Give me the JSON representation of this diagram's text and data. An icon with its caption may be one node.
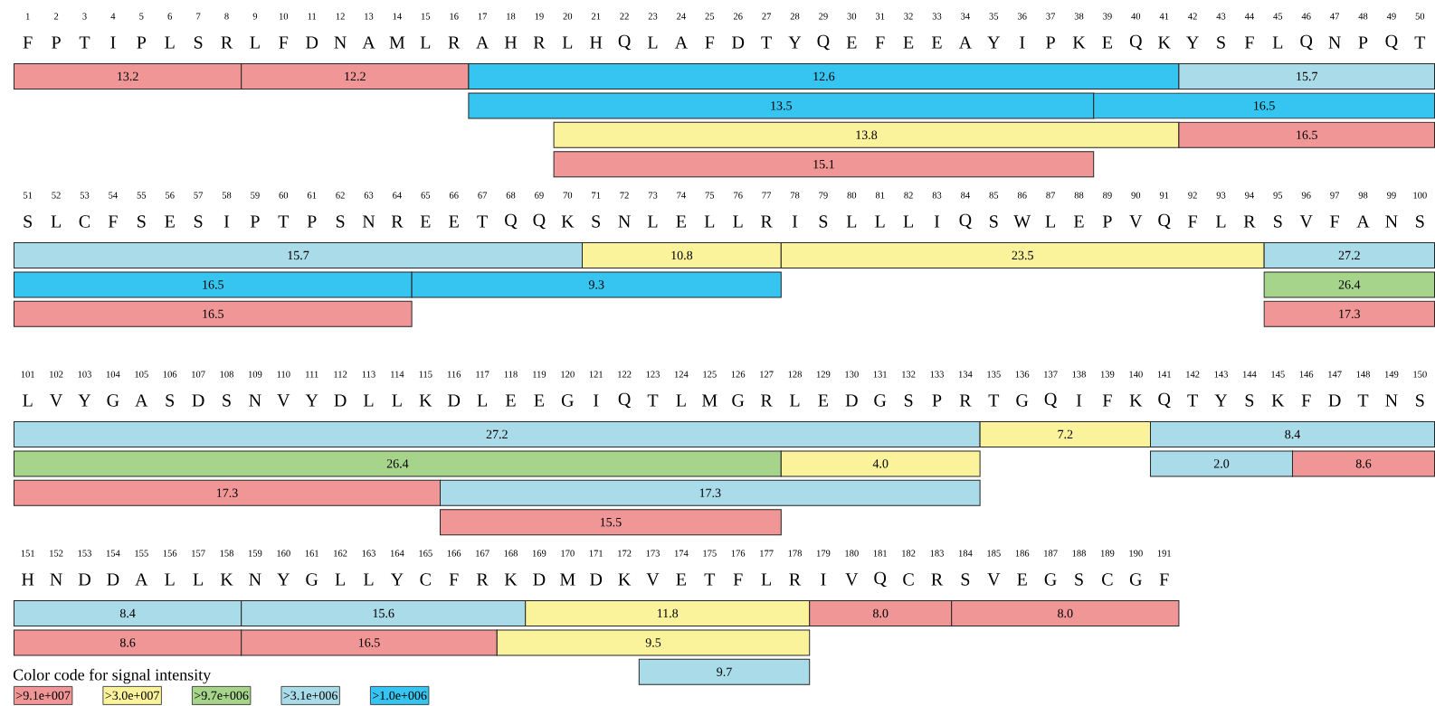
{
  "diagram": {
    "nodes": [
      {
        "text": [
          "13.2"
        ]
      },
      {
        "text": [
          "12.2"
        ]
      },
      {
        "text": [
          "12.6"
        ]
      },
      {
        "text": [
          "15.7"
        ]
      },
      {
        "text": [
          "13.5"
        ]
      },
      {
        "text": [
          "16.5"
        ]
      },
      {
        "text": [
          "13.8"
        ]
      },
      {
        "text": [
          "16.5"
        ]
      },
      {
        "text": [
          "15.1"
        ]
      },
      {
        "text": [
          "15.7"
        ]
      },
      {
        "text": [
          "10.8"
        ]
      },
      {
        "text": [
          "23.5"
        ]
      },
      {
        "text": [
          "27.2"
        ]
      },
      {
        "text": [
          "16.5"
        ]
      },
      {
        "text": [
          "9.3"
        ]
      },
      {
        "text": [
          "26.4"
        ]
      },
      {
        "text": [
          "16.5"
        ]
      },
      {
        "text": [
          "17.3"
        ]
      },
      {
        "text": [
          "27.2"
        ]
      },
      {
        "text": [
          "7.2"
        ]
      },
      {
        "text": [
          "8.4"
        ]
      },
      {
        "text": [
          "26.4"
        ]
      },
      {
        "text": [
          "4.0"
        ]
      },
      {
        "text": [
          "2.0"
        ]
      },
      {
        "text": [
          "8.6"
        ]
      },
      {
        "text": [
          "17.3"
        ]
      },
      {
        "text": [
          "17.3"
        ]
      },
      {
        "text": [
          "15.5"
        ]
      },
      {
        "text": [
          "8.4"
        ]
      },
      {
        "text": [
          "15.6"
        ]
      },
      {
        "text": [
          "11.8"
        ]
      },
      {
        "text": [
          "8.0"
        ]
      },
      {
        "text": [
          "8.0"
        ]
      },
      {
        "text": [
          "8.6"
        ]
      },
      {
        "text": [
          "16.5"
        ]
      },
      {
        "text": [
          "9.5"
        ]
      },
      {
        "text": [
          "9.7"
        ]
      }
    ],
    "labels": [
      "1",
      "2",
      "3",
      "4",
      "5",
      "6",
      "7",
      "8",
      "9",
      "10",
      "11",
      "12",
      "13",
      "14",
      "15",
      "16",
      "17",
      "18",
      "19",
      "20",
      "21",
      "22",
      "23",
      "24",
      "25",
      "26",
      "27",
      "28",
      "29",
      "30",
      "31",
      "32",
      "33",
      "34",
      "35",
      "36",
      "37",
      "38",
      "39",
      "40",
      "41",
      "42",
      "43",
      "44",
      "45",
      "46",
      "47",
      "48",
      "49",
      "50",
      "F",
      "P",
      "T",
      "I",
      "P",
      "L",
      "S",
      "R",
      "L",
      "F",
      "D",
      "N",
      "A",
      "M",
      "L",
      "R",
      "A",
      "H",
      "R",
      "L",
      "H",
      "Q",
      "L",
      "A",
      "F",
      "D",
      "T",
      "Y",
      "Q",
      "E",
      "F",
      "E",
      "E",
      "A",
      "Y",
      "I",
      "P",
      "K",
      "E",
      "Q",
      "K",
      "Y",
      "S",
      "F",
      "L",
      "Q",
      "N",
      "P",
      "Q",
      "T",
      "51",
      "52",
      "53",
      "54",
      "55",
      "56",
      "57",
      "58",
      "59",
      "60",
      "61",
      "62",
      "63",
      "64",
      "65",
      "66",
      "67",
      "68",
      "69",
      "70",
      "71",
      "72",
      "73",
      "74",
      "75",
      "76",
      "77",
      "78",
      "79",
      "80",
      "81",
      "82",
      "83",
      "84",
      "85",
      "86",
      "87",
      "88",
      "89",
      "90",
      "91",
      "92",
      "93",
      "94",
      "95",
      "96",
      "97",
      "98",
      "99",
      "100",
      "S",
      "L",
      "C",
      "F",
      "S",
      "E",
      "S",
      "I",
      "P",
      "T",
      "P",
      "S",
      "N",
      "R",
      "E",
      "E",
      "T",
      "Q",
      "Q",
      "K",
      "S",
      "N",
      "L",
      "E",
      "L",
      "L",
      "R",
      "I",
      "S",
      "L",
      "L",
      "L",
      "I",
      "Q",
      "S",
      "W",
      "L",
      "E",
      "P",
      "V",
      "Q",
      "F",
      "L",
      "R",
      "S",
      "V",
      "F",
      "A",
      "N",
      "S",
      "101",
      "102",
      "103",
      "104",
      "105",
      "106",
      "107",
      "108",
      "109",
      "110",
      "111",
      "112",
      "113",
      "114",
      "115",
      "116",
      "117",
      "118",
      "119",
      "120",
      "121",
      "122",
      "123",
      "124",
      "125",
      "126",
      "127",
      "128",
      "129",
      "130",
      "131",
      "132",
      "133",
      "134",
      "135",
      "136",
      "137",
      "138",
      "139",
      "140",
      "141",
      "142",
      "143",
      "144",
      "145",
      "146",
      "147",
      "148",
      "149",
      "150",
      "L",
      "V",
      "Y",
      "G",
      "A",
      "S",
      "D",
      "S",
      "N",
      "V",
      "Y",
      "D",
      "L",
      "L",
      "K",
      "D",
      "L",
      "E",
      "E",
      "G",
      "I",
      "Q",
      "T",
      "L",
      "M",
      "G",
      "R",
      "L",
      "E",
      "D",
      "G",
      "S",
      "P",
      "R",
      "T",
      "G",
      "Q",
      "I",
      "F",
      "K",
      "Q",
      "T",
      "Y",
      "S",
      "K",
      "F",
      "D",
      "T",
      "N",
      "S",
      "151",
      "152",
      "153",
      "154",
      "155",
      "156",
      "157",
      "158",
      "159",
      "160",
      "161",
      "162",
      "163",
      "164",
      "165",
      "166",
      "167",
      "168",
      "169",
      "170",
      "171",
      "172",
      "173",
      "174",
      "175",
      "176",
      "177",
      "178",
      "179",
      "180",
      "181",
      "182",
      "183",
      "184",
      "185",
      "186",
      "187",
      "188",
      "189",
      "190",
      "191",
      "H",
      "N",
      "D",
      "D",
      "A",
      "L",
      "L",
      "K",
      "N",
      "Y",
      "G",
      "L",
      "L",
      "Y",
      "C",
      "F",
      "R",
      "K",
      "D",
      "M",
      "D",
      "K",
      "V",
      "E",
      "T",
      "F",
      "L",
      "R",
      "I",
      "V",
      "Q",
      "C",
      "R",
      "S",
      "V",
      "E",
      "G",
      "S",
      "C",
      "G",
      "F",
      "Color code for signal intensity"
    ],
    "legend": [
      {
        "text": ">9.1e+007",
        "color": "#f19696"
      },
      {
        "text": ">3.0e+007",
        "color": "#faf39c"
      },
      {
        "text": ">9.7e+006",
        "color": "#a5d48a"
      },
      {
        "text": ">3.1e+006",
        "color": "#a9dbe8"
      },
      {
        "text": ">1.0e+006",
        "color": "#36c5f1"
      }
    ]
  }
}
